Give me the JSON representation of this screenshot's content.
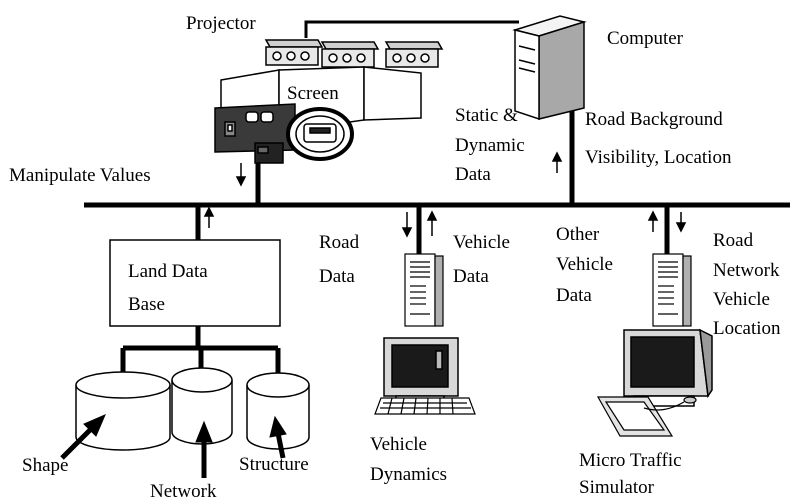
{
  "labels": {
    "projector": "Projector",
    "computer": "Computer",
    "screen": "Screen",
    "static_dynamic_1": "Static &",
    "static_dynamic_2": "Dynamic",
    "static_dynamic_3": "Data",
    "road_background": "Road Background",
    "visibility_location": "Visibility, Location",
    "manipulate_values": "Manipulate Values",
    "road_data_1": "Road",
    "road_data_2": "Data",
    "vehicle_data_1": "Vehicle",
    "vehicle_data_2": "Data",
    "other_vehicle_1": "Other",
    "other_vehicle_2": "Vehicle",
    "other_vehicle_3": "Data",
    "road_network_1": "Road",
    "road_network_2": "Network",
    "road_network_3": "Vehicle",
    "road_network_4": "Location",
    "land_db_1": "Land Data",
    "land_db_2": "Base",
    "shape": "Shape",
    "network": "Network",
    "structure": "Structure",
    "vehicle_dynamics_1": "Vehicle",
    "vehicle_dynamics_2": "Dynamics",
    "micro_traffic_1": "Micro Traffic",
    "micro_traffic_2": "Simulator"
  },
  "colors": {
    "line": "#000000",
    "device_fill": "#ffffff",
    "device_shade": "#c8c8c8",
    "dashboard": "#3a3a3a",
    "monitor_screen": "#1a1a1a"
  }
}
